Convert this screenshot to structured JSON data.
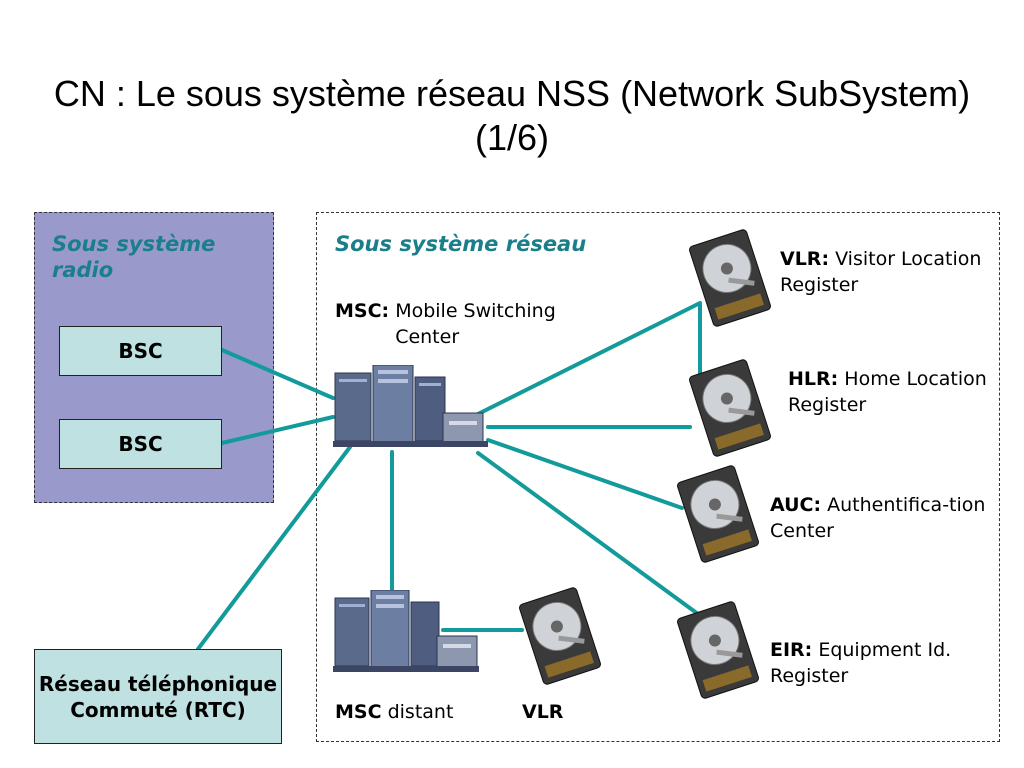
{
  "title": "CN : Le sous système réseau NSS (Network SubSystem) (1/6)",
  "radio_subsystem": {
    "title": "Sous système radio",
    "bsc_1": "BSC",
    "bsc_2": "BSC"
  },
  "network_subsystem": {
    "title": "Sous système réseau",
    "msc": {
      "abbr": "MSC:",
      "desc": "Mobile Switching Center"
    },
    "vlr": {
      "abbr": "VLR:",
      "desc": "Visitor Location Register"
    },
    "hlr": {
      "abbr": "HLR:",
      "desc": "Home Location Register"
    },
    "auc": {
      "abbr": "AUC:",
      "desc": "Authentifica-tion Center"
    },
    "eir": {
      "abbr": "EIR:",
      "desc": "Equipment Id. Register"
    },
    "msc_distant": {
      "abbr": "MSC",
      "desc": "distant"
    },
    "vlr_distant": "VLR"
  },
  "rtc": "Réseau téléphonique Commuté (RTC)",
  "colors": {
    "link": "#139a9a",
    "radio_panel": "#9999cc",
    "box_fill": "#bfe1e1",
    "panel_title": "#1a7f8a"
  },
  "icons": {
    "server": "server-rack-icon",
    "disk": "hard-disk-icon"
  }
}
